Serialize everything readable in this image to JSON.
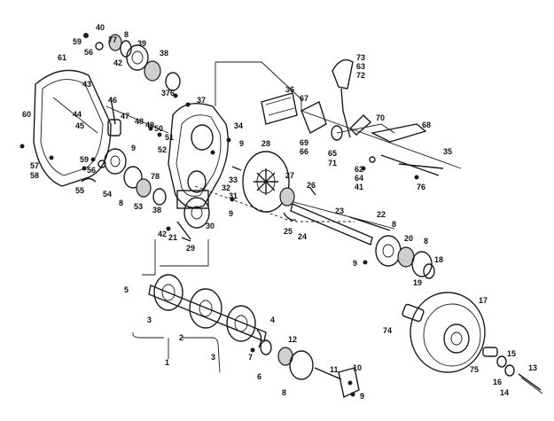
{
  "callouts": [
    {
      "id": "c59a",
      "text": "59"
    },
    {
      "id": "c56a",
      "text": "56"
    },
    {
      "id": "c40",
      "text": "40"
    },
    {
      "id": "c77",
      "text": "77"
    },
    {
      "id": "c8a",
      "text": "8"
    },
    {
      "id": "c42a",
      "text": "42"
    },
    {
      "id": "c39",
      "text": "39"
    },
    {
      "id": "c38a",
      "text": "38"
    },
    {
      "id": "c61",
      "text": "61"
    },
    {
      "id": "c43",
      "text": "43"
    },
    {
      "id": "c60",
      "text": "60"
    },
    {
      "id": "c44",
      "text": "44"
    },
    {
      "id": "c45",
      "text": "45"
    },
    {
      "id": "c46",
      "text": "46"
    },
    {
      "id": "c47",
      "text": "47"
    },
    {
      "id": "c37a",
      "text": "37"
    },
    {
      "id": "c6",
      "text": "6"
    },
    {
      "id": "c37b",
      "text": "37"
    },
    {
      "id": "c48",
      "text": "48"
    },
    {
      "id": "c49",
      "text": "49"
    },
    {
      "id": "c50",
      "text": "50"
    },
    {
      "id": "c51",
      "text": "51"
    },
    {
      "id": "c52",
      "text": "52"
    },
    {
      "id": "c34",
      "text": "34"
    },
    {
      "id": "c9a",
      "text": "9"
    },
    {
      "id": "c57",
      "text": "57"
    },
    {
      "id": "c58",
      "text": "58"
    },
    {
      "id": "c59b",
      "text": "59"
    },
    {
      "id": "c56b",
      "text": "56"
    },
    {
      "id": "c9b",
      "text": "9"
    },
    {
      "id": "c78",
      "text": "78"
    },
    {
      "id": "c33",
      "text": "33"
    },
    {
      "id": "c32",
      "text": "32"
    },
    {
      "id": "c31",
      "text": "31"
    },
    {
      "id": "c55",
      "text": "55"
    },
    {
      "id": "c54",
      "text": "54"
    },
    {
      "id": "c8b",
      "text": "8"
    },
    {
      "id": "c53",
      "text": "53"
    },
    {
      "id": "c38b",
      "text": "38"
    },
    {
      "id": "c9c",
      "text": "9"
    },
    {
      "id": "c30",
      "text": "30"
    },
    {
      "id": "c42b",
      "text": "42"
    },
    {
      "id": "c21",
      "text": "21"
    },
    {
      "id": "c29",
      "text": "29"
    },
    {
      "id": "c28",
      "text": "28"
    },
    {
      "id": "c27",
      "text": "27"
    },
    {
      "id": "c26",
      "text": "26"
    },
    {
      "id": "c36",
      "text": "36"
    },
    {
      "id": "c67",
      "text": "67"
    },
    {
      "id": "c73",
      "text": "73"
    },
    {
      "id": "c63",
      "text": "63"
    },
    {
      "id": "c72",
      "text": "72"
    },
    {
      "id": "c70",
      "text": "70"
    },
    {
      "id": "c68",
      "text": "68"
    },
    {
      "id": "c69",
      "text": "69"
    },
    {
      "id": "c66",
      "text": "66"
    },
    {
      "id": "c65",
      "text": "65"
    },
    {
      "id": "c71",
      "text": "71"
    },
    {
      "id": "c62",
      "text": "62"
    },
    {
      "id": "c64",
      "text": "64"
    },
    {
      "id": "c41",
      "text": "41"
    },
    {
      "id": "c35",
      "text": "35"
    },
    {
      "id": "c76",
      "text": "76"
    },
    {
      "id": "c23",
      "text": "23"
    },
    {
      "id": "c22",
      "text": "22"
    },
    {
      "id": "c25",
      "text": "25"
    },
    {
      "id": "c24",
      "text": "24"
    },
    {
      "id": "c8c",
      "text": "8"
    },
    {
      "id": "c20",
      "text": "20"
    },
    {
      "id": "c8d",
      "text": "8"
    },
    {
      "id": "c18",
      "text": "18"
    },
    {
      "id": "c9d",
      "text": "9"
    },
    {
      "id": "c19",
      "text": "19"
    },
    {
      "id": "c5",
      "text": "5"
    },
    {
      "id": "c3a",
      "text": "3"
    },
    {
      "id": "c2",
      "text": "2"
    },
    {
      "id": "c4",
      "text": "4"
    },
    {
      "id": "c3b",
      "text": "3"
    },
    {
      "id": "c12",
      "text": "12"
    },
    {
      "id": "c7",
      "text": "7"
    },
    {
      "id": "c6b",
      "text": "6"
    },
    {
      "id": "c1",
      "text": "1"
    },
    {
      "id": "c8e",
      "text": "8"
    },
    {
      "id": "c11",
      "text": "11"
    },
    {
      "id": "c10",
      "text": "10"
    },
    {
      "id": "c9e",
      "text": "9"
    },
    {
      "id": "c17",
      "text": "17"
    },
    {
      "id": "c74",
      "text": "74"
    },
    {
      "id": "c15",
      "text": "15"
    },
    {
      "id": "c75",
      "text": "75"
    },
    {
      "id": "c16",
      "text": "16"
    },
    {
      "id": "c14",
      "text": "14"
    },
    {
      "id": "c13",
      "text": "13"
    }
  ]
}
